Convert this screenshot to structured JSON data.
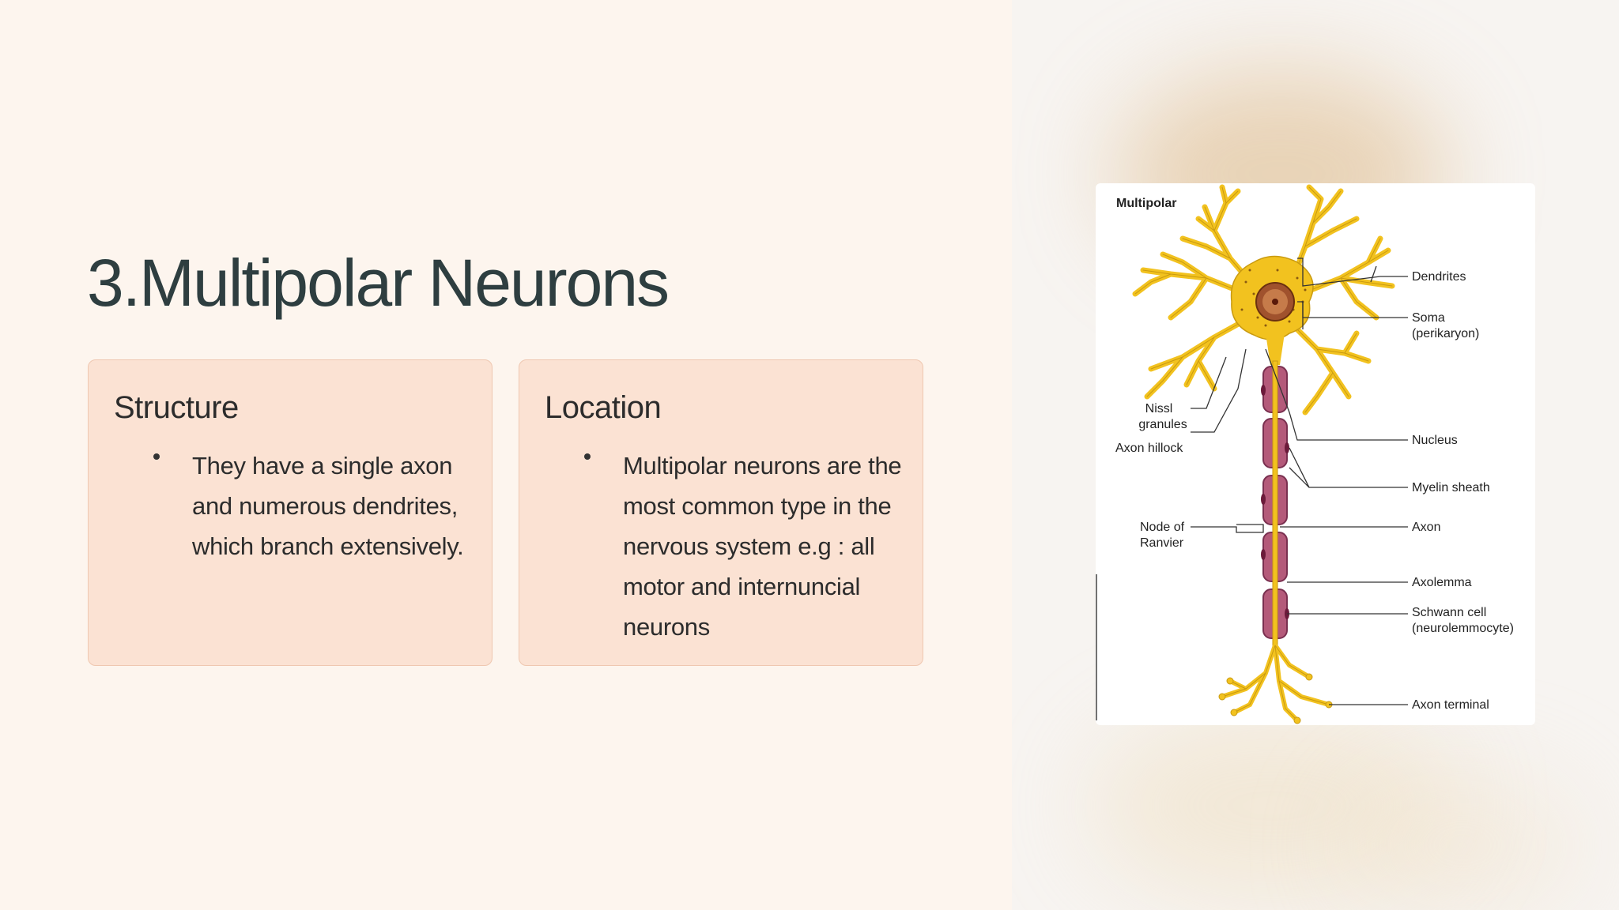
{
  "slide": {
    "title": "3.Multipolar Neurons"
  },
  "cards": [
    {
      "heading": "Structure",
      "bullet": "They have a single axon and numerous dendrites, which branch extensively."
    },
    {
      "heading": "Location",
      "bullet": "Multipolar neurons are the most common type in the nervous system e.g : all motor and internuncial neurons"
    }
  ],
  "diagram": {
    "title": "Multipolar",
    "labels": {
      "dendrites": "Dendrites",
      "soma_1": "Soma",
      "soma_2": "(perikaryon)",
      "nissl_1": "Nissl",
      "nissl_2": "granules",
      "axon_hillock": "Axon hillock",
      "nucleus": "Nucleus",
      "myelin_sheath": "Myelin sheath",
      "node_1": "Node of",
      "node_2": "Ranvier",
      "axon": "Axon",
      "axolemma": "Axolemma",
      "schwann_1": "Schwann cell",
      "schwann_2": "(neurolemmocyte)",
      "axon_terminal": "Axon terminal"
    },
    "colors": {
      "dendrite_fill": "#f2c21f",
      "dendrite_stroke": "#c99a10",
      "myelin_fill": "#b45a7a",
      "myelin_stroke": "#7a3050",
      "nucleus_fill": "#a0522d",
      "label_line": "#333333"
    }
  },
  "theme": {
    "background": "#fdf5ee",
    "card_fill": "#fbe2d3",
    "title_color": "#2e3e40"
  }
}
